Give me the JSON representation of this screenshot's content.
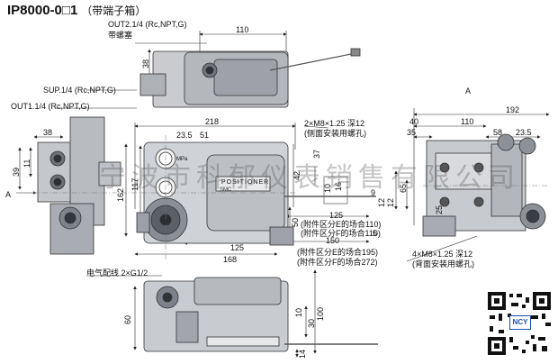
{
  "title": {
    "model": "IP8000-0□1",
    "note": "（带端子箱）"
  },
  "labels": {
    "out2": "OUT2.1/4  (Rc,NPT,G)",
    "plug": "带螺塞",
    "sup": "SUP.1/4  (Rc,NPT,G)",
    "out1": "OUT1.1/4  (Rc,NPT,G)",
    "arrow_a_left": "A",
    "arrow_a_right": "A",
    "side_hole_spec": "2×M8×1.25 深12",
    "side_hole_use": "(侧面安装用螺孔)",
    "back_hole_spec": "4×M8×1.25 深12",
    "back_hole_use": "(背面安装用螺孔)",
    "with_e": "(附件区分E的场合110)",
    "with_f": "(附件区分F的场合110)",
    "with_e2": "(附件区分E的场合195)",
    "with_f2": "(附件区分F的场合272)",
    "electric": "电气配线 2×G1/2",
    "positioner": "POSITIONER",
    "brand": "SMC",
    "unit": "MPa"
  },
  "dims": {
    "d110_top": "110",
    "d38_top": "38",
    "d218": "218",
    "d125_front": "125",
    "d168": "168",
    "d23_5": "23.5",
    "d51": "51",
    "d38_side": "38",
    "d39": "39",
    "d11": "11",
    "d162": "162",
    "d117": "117",
    "d50": "50",
    "d42": "42",
    "d37": "37",
    "d10": "10",
    "d16": "16",
    "d125_arm": "125",
    "d150": "150",
    "d9": "9",
    "d5": "5",
    "d192": "192",
    "d40": "40",
    "d110_right": "110",
    "d35": "35",
    "d58": "58",
    "d23_5r": "23.5",
    "d65": "65",
    "d12": "12",
    "d12b": "12",
    "d25": "25",
    "d60": "60",
    "d100": "100",
    "d14": "14",
    "d30": "30",
    "d10b": "10"
  },
  "watermark": "宁波市科郁仪表销售有限公司",
  "qr_badge": "NCY"
}
